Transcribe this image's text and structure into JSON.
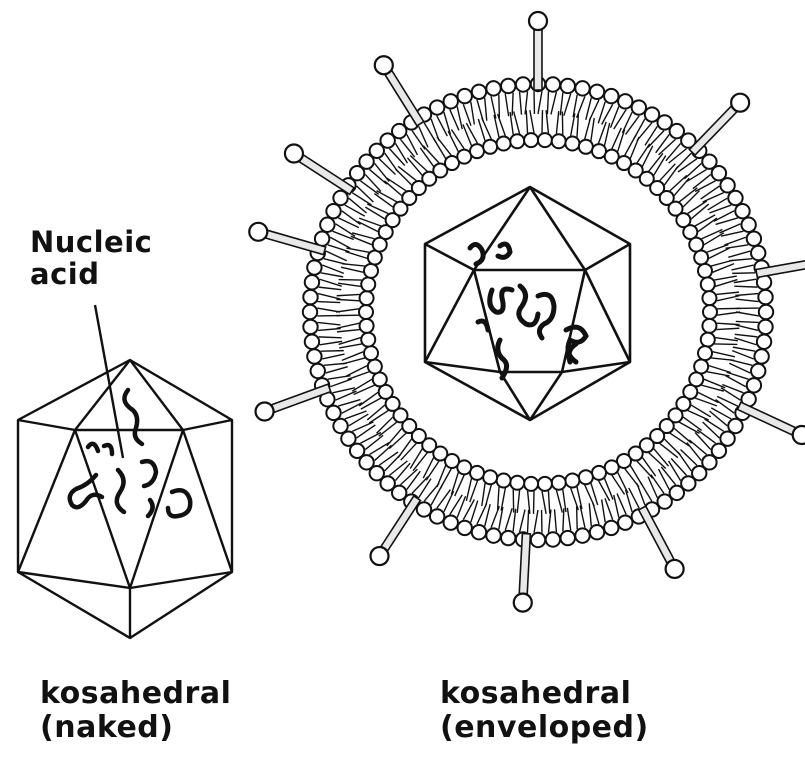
{
  "labels": {
    "nucleic_acid": [
      "Nucleic",
      "acid"
    ],
    "naked": [
      "kosahedral",
      "(naked)"
    ],
    "enveloped": [
      "kosahedral",
      "(enveloped)"
    ]
  },
  "colors": {
    "ink": "#111111",
    "background": "#ffffff",
    "spike_fill": "#e8e8e8"
  },
  "icons": {
    "naked_virus": "icosahedral-capsid-icon",
    "enveloped_virus": "enveloped-icosahedral-virus-icon"
  }
}
